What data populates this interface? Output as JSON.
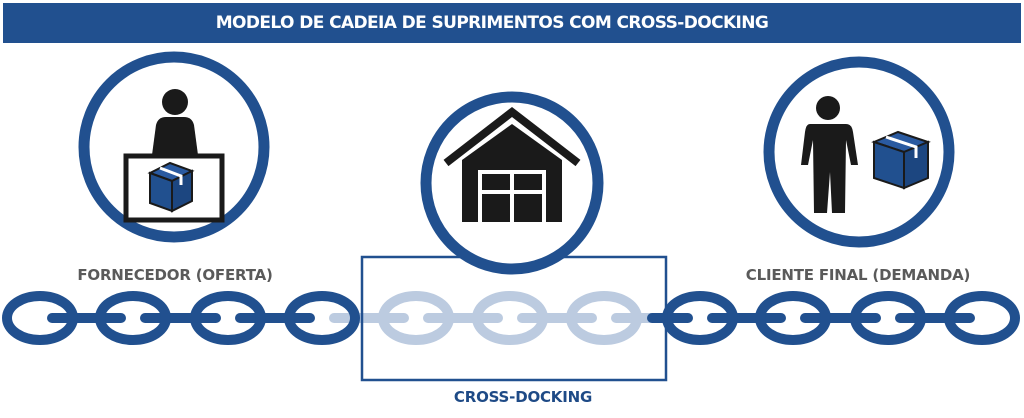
{
  "title": "MODELO DE CADEIA DE SUPRIMENTOS COM CROSS-DOCKING",
  "nodes": [
    {
      "label": "FORNECEDOR (OFERTA)",
      "icon": "supplier-person-box-icon"
    },
    {
      "label": "CROSS-DOCKING",
      "icon": "warehouse-icon"
    },
    {
      "label": "CLIENTE FINAL (DEMANDA)",
      "icon": "customer-person-box-icon"
    }
  ],
  "colors": {
    "primary": "#21508f",
    "light_chain": "#bccbe0",
    "label_gray": "#5a5a5a",
    "dark": "#1a1a1a"
  }
}
